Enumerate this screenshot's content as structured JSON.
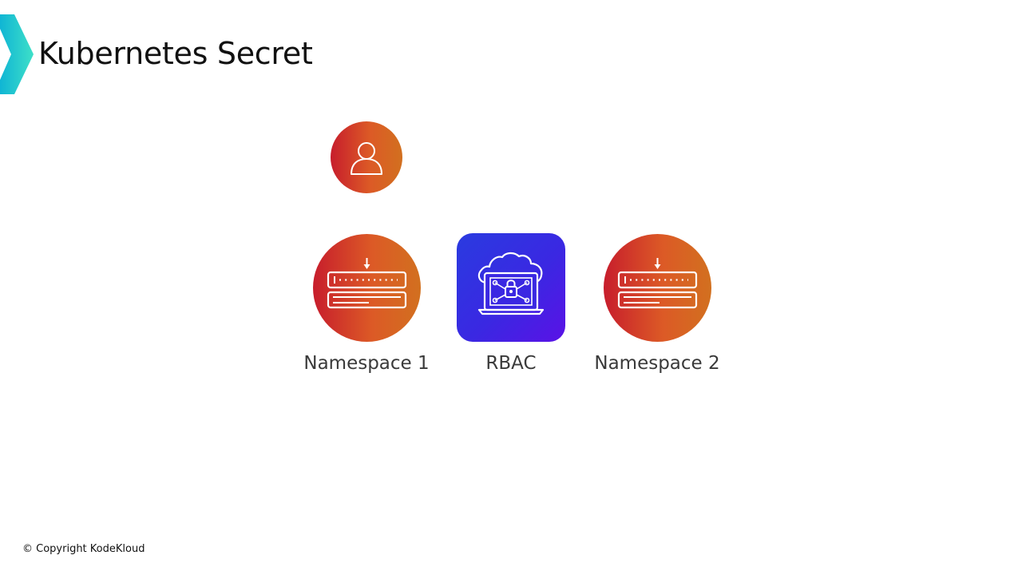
{
  "title": "Kubernetes Secret",
  "nodes": {
    "user": {
      "icon": "user-icon"
    },
    "namespace1": {
      "label": "Namespace 1",
      "icon": "server-rack-icon"
    },
    "rbac": {
      "label": "RBAC",
      "icon": "cloud-laptop-lock-icon"
    },
    "namespace2": {
      "label": "Namespace 2",
      "icon": "server-rack-icon"
    }
  },
  "footer": {
    "copyright": "© Copyright KodeKloud"
  },
  "colors": {
    "accent_teal": "#1ec8d8",
    "orange_gradient_start": "#c71d2c",
    "orange_gradient_end": "#d2701f",
    "blue_gradient_start": "#2a3be0",
    "blue_gradient_end": "#5a12e6"
  }
}
